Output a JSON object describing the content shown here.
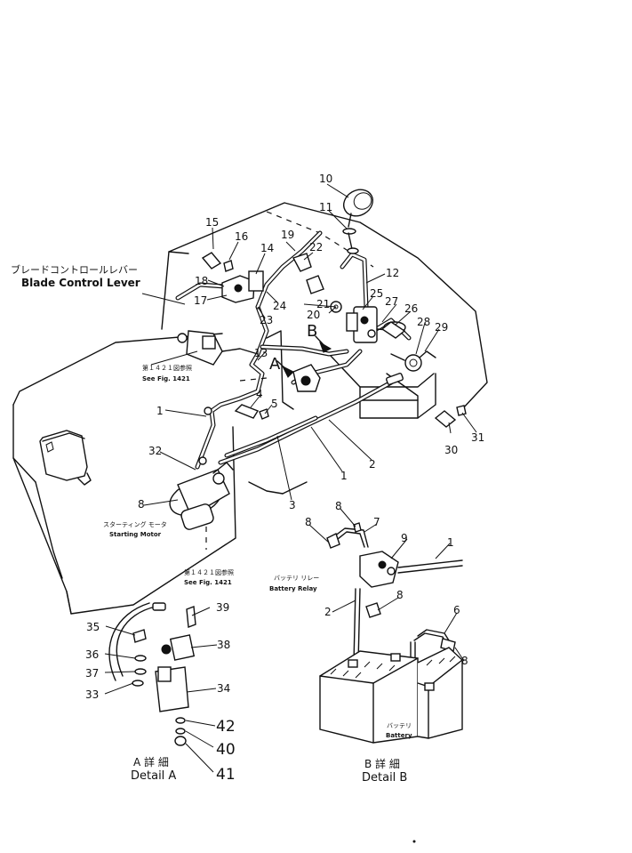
{
  "labels": {
    "blade_control_jp": "ブレードコントロールレバー",
    "blade_control_en": "Blade Control Lever",
    "see_fig_jp_1": "第１４２１図参照",
    "see_fig_en_1": "See Fig. 1421",
    "starting_motor_jp": "スターティング モータ",
    "starting_motor_en": "Starting Motor",
    "see_fig_jp_2": "第１４２１図参照",
    "see_fig_en_2": "See Fig. 1421",
    "battery_relay_jp": "バッテリ リレー",
    "battery_relay_en": "Battery Relay",
    "battery_jp": "バッテリ",
    "battery_en": "Battery",
    "detail_a_jp": "A 詳 細",
    "detail_a_en": "Detail A",
    "detail_b_jp": "B 詳 細",
    "detail_b_en": "Detail B",
    "view_a": "A",
    "view_b": "B"
  },
  "parts": {
    "p1a": "1",
    "p1b": "1",
    "p1c": "1",
    "p2a": "2",
    "p2b": "2",
    "p3": "3",
    "p4": "4",
    "p5": "5",
    "p6": "6",
    "p7": "7",
    "p8a": "8",
    "p8b": "8",
    "p8c": "8",
    "p8d": "8",
    "p8e": "8",
    "p9": "9",
    "p10": "10",
    "p11": "11",
    "p12": "12",
    "p13": "13",
    "p14": "14",
    "p15": "15",
    "p16": "16",
    "p17": "17",
    "p18": "18",
    "p19": "19",
    "p20": "20",
    "p21": "21",
    "p22": "22",
    "p23": "23",
    "p24": "24",
    "p25": "25",
    "p26": "26",
    "p27": "27",
    "p28": "28",
    "p29": "29",
    "p30": "30",
    "p31": "31",
    "p32": "32",
    "p33": "33",
    "p34": "34",
    "p35": "35",
    "p36": "36",
    "p37": "37",
    "p38": "38",
    "p39": "39",
    "p40": "40",
    "p41": "41",
    "p42": "42"
  }
}
